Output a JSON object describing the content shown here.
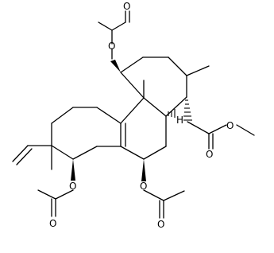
{
  "atom_labels": {
    "o_c4": "O",
    "o_c4_carbonyl": "O",
    "o_ester_carbonyl": "O",
    "o_ester_methoxy": "O",
    "h_c10": "H",
    "o_c7": "O",
    "o_c7_carbonyl": "O",
    "o_c9": "O",
    "o_c9_carbonyl": "O"
  }
}
